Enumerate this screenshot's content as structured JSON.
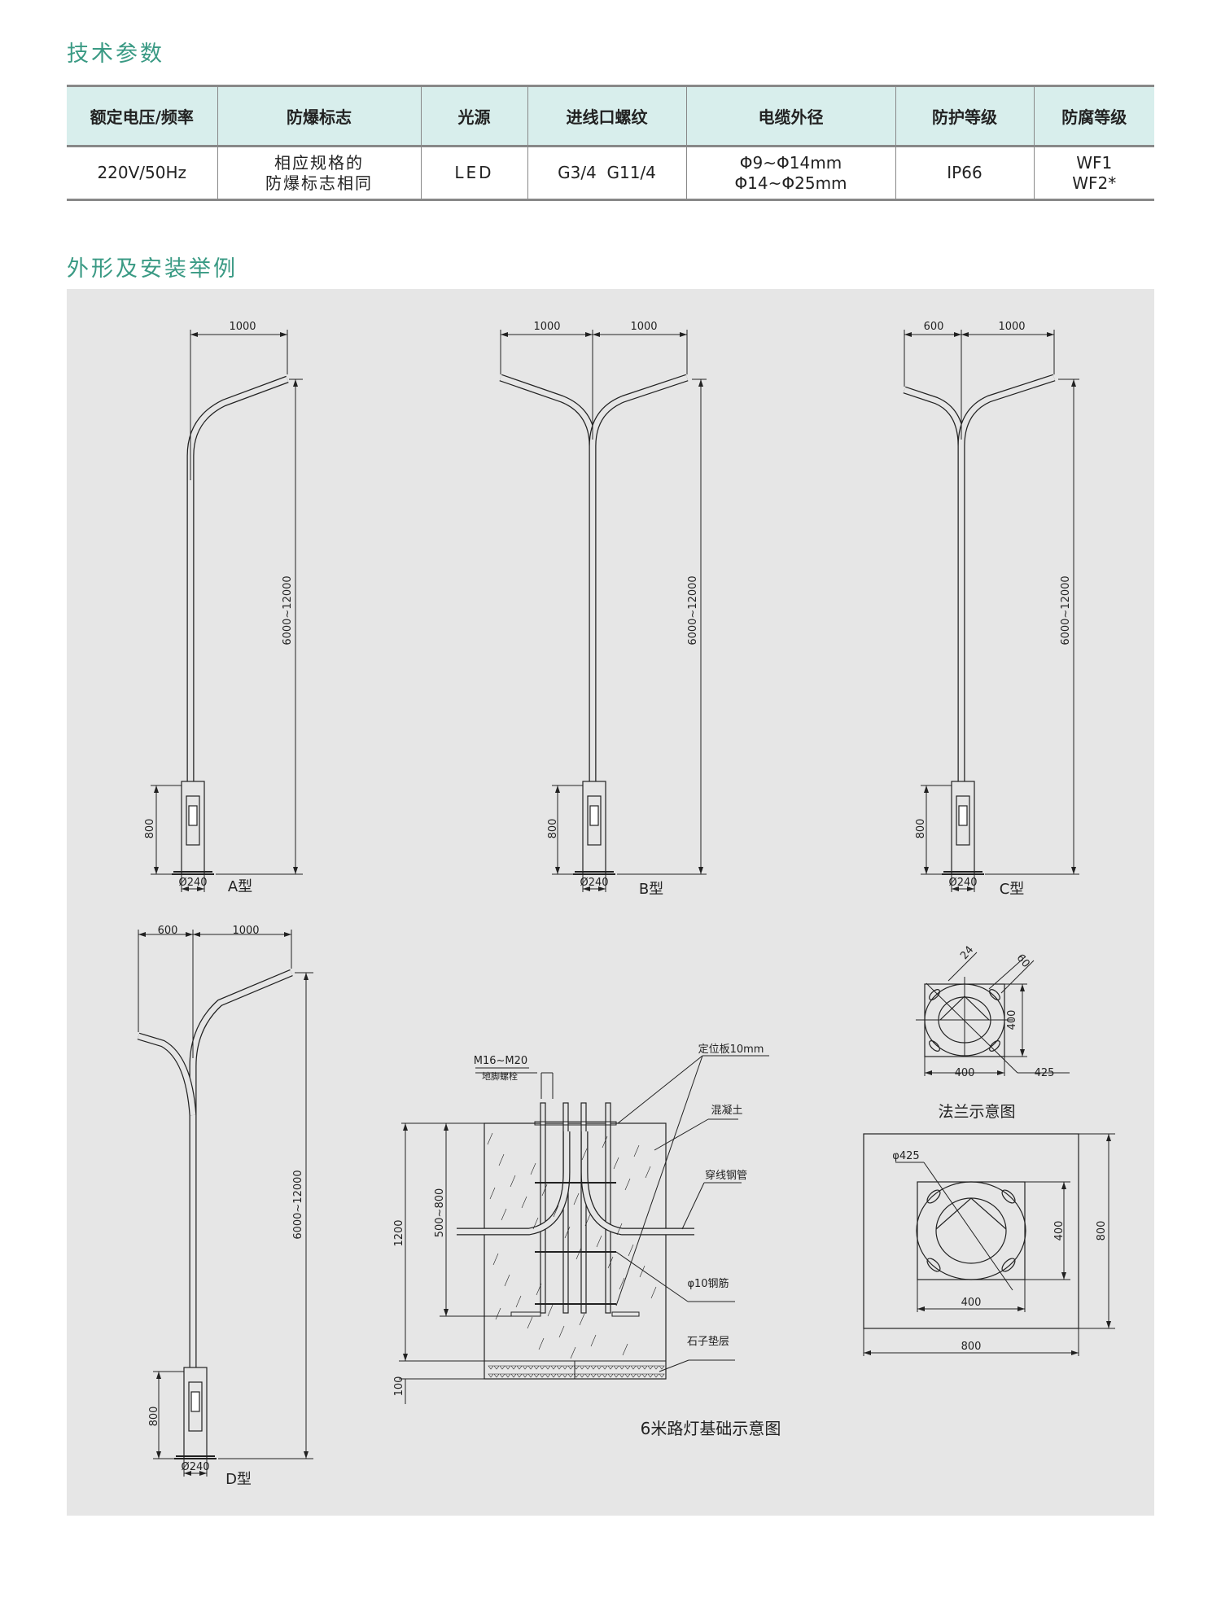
{
  "sections": {
    "specs_title": "技术参数",
    "install_title": "外形及安装举例"
  },
  "table": {
    "headers": [
      "额定电压/频率",
      "防爆标志",
      "光源",
      "进线口螺纹",
      "电缆外径",
      "防护等级",
      "防腐等级"
    ],
    "row": {
      "voltage": "220V/50Hz",
      "ex_mark": [
        "相应规格的",
        "防爆标志相同"
      ],
      "light": "LED",
      "thread": "G3/4  G11/4",
      "cable": [
        "Φ9~Φ14mm",
        "Φ14~Φ25mm"
      ],
      "ip": "IP66",
      "anticorrosion": [
        "WF1",
        "WF2*"
      ]
    }
  },
  "poles": {
    "a": {
      "arm": "1000",
      "height": "6000~12000",
      "base": "800",
      "dia": "Ø240",
      "label": "A型"
    },
    "b": {
      "arm_left": "1000",
      "arm_right": "1000",
      "height": "6000~12000",
      "base": "800",
      "dia": "Ø240",
      "label": "B型"
    },
    "c": {
      "arm_left": "600",
      "arm_right": "1000",
      "height": "6000~12000",
      "base": "800",
      "dia": "Ø240",
      "label": "C型"
    },
    "d": {
      "arm_left": "600",
      "arm_right": "1000",
      "height": "6000~12000",
      "base": "800",
      "dia": "Ø240",
      "label": "D型"
    }
  },
  "foundation": {
    "bolt": "M16~M20",
    "bolt_name": "地脚螺栓",
    "plate": "定位板10mm",
    "concrete": "混凝土",
    "pipe": "穿线钢管",
    "rebar": "φ10钢筋",
    "gravel": "石子垫层",
    "depth": "1200",
    "bolt_depth": "500~800",
    "gravel_depth": "100",
    "title": "6米路灯基础示意图"
  },
  "flange": {
    "d1": "24",
    "d2": "60",
    "side_v": "400",
    "side_h": "400",
    "diam": "425",
    "title": "法兰示意图"
  },
  "base_plan": {
    "diam": "φ425",
    "inner_v": "400",
    "outer_v": "800",
    "inner_h": "400",
    "outer_h": "800"
  }
}
